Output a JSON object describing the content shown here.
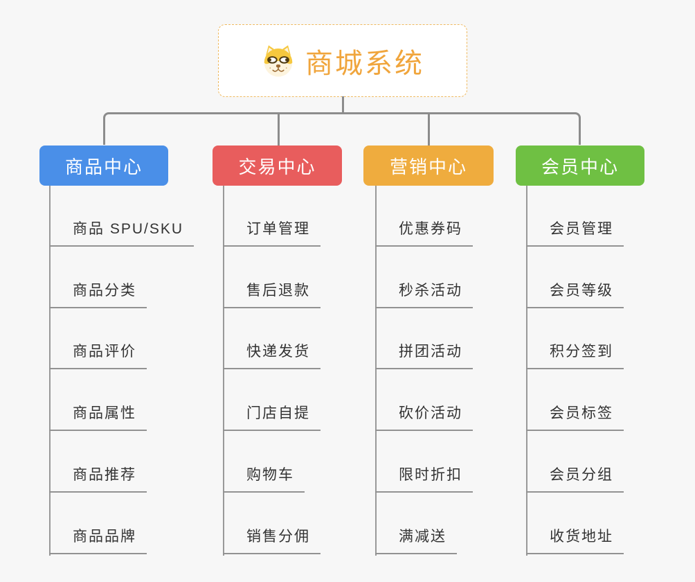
{
  "page": {
    "background": "#f7f7f7"
  },
  "root": {
    "title": "商城系统",
    "icon": "shiba-dog-icon",
    "text_color": "#f0a53c",
    "border_color": "#efb95f",
    "background": "#ffffff"
  },
  "connector": {
    "color": "#8c8c8c",
    "underline_color": "#929292"
  },
  "branches": [
    {
      "label": "商品中心",
      "color": "#4a8fe8",
      "items": [
        "商品 SPU/SKU",
        "商品分类",
        "商品评价",
        "商品属性",
        "商品推荐",
        "商品品牌"
      ]
    },
    {
      "label": "交易中心",
      "color": "#e85d5d",
      "items": [
        "订单管理",
        "售后退款",
        "快递发货",
        "门店自提",
        "购物车",
        "销售分佣"
      ]
    },
    {
      "label": "营销中心",
      "color": "#efac3e",
      "items": [
        "优惠券码",
        "秒杀活动",
        "拼团活动",
        "砍价活动",
        "限时折扣",
        "满减送"
      ]
    },
    {
      "label": "会员中心",
      "color": "#6fc043",
      "items": [
        "会员管理",
        "会员等级",
        "积分签到",
        "会员标签",
        "会员分组",
        "收货地址"
      ]
    }
  ]
}
